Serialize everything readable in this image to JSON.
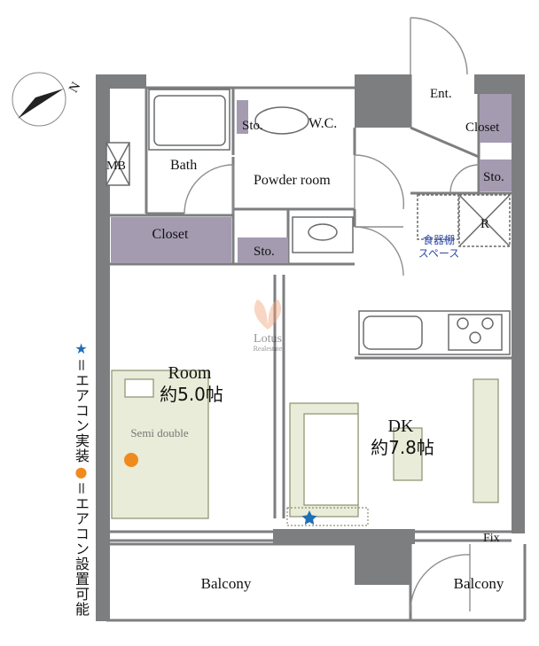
{
  "compass": {
    "north_label": "N"
  },
  "rooms": {
    "entrance": "Ent.",
    "closet_entrance": "Closet",
    "storage_entrance": "Sto.",
    "fridge": "R",
    "cupboard_space_line1": "食器棚",
    "cupboard_space_line2": "スペース",
    "storage_wc": "Sto.",
    "wc": "W.C.",
    "bath": "Bath",
    "meter_box": "MB",
    "powder_room": "Powder room",
    "closet_room": "Closet",
    "storage_powder": "Sto.",
    "room_name": "Room",
    "room_size": "約5.0帖",
    "bed_label": "Semi double",
    "dk_name": "DK",
    "dk_size": "約7.8帖",
    "balcony_left": "Balcony",
    "balcony_right": "Balcony",
    "fix_window": "Fix"
  },
  "watermark": {
    "brand": "Lotus",
    "sub": "Realestate"
  },
  "legend": {
    "star_mark": "★",
    "star_text": "＝エアコン実装",
    "dot_mark": "●",
    "dot_text": "＝エアコン設置可能"
  },
  "colors": {
    "wall": "#7d7e80",
    "storage": "#a49bb1",
    "furniture": "#e9ecd8",
    "aircon_installed": "#1f6fb5",
    "aircon_possible": "#f08a1c"
  }
}
